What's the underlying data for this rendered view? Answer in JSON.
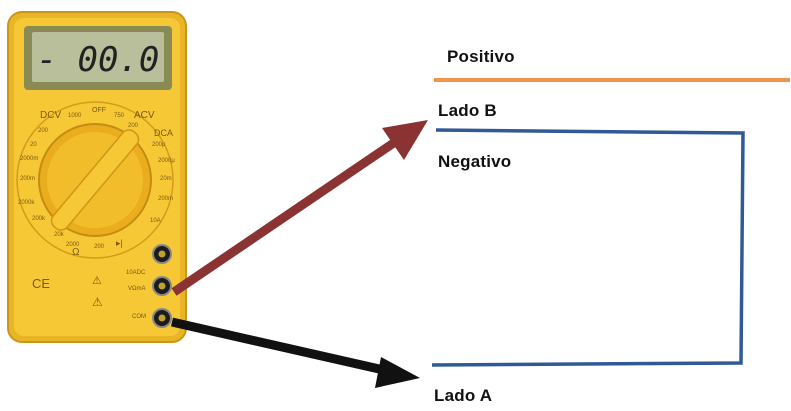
{
  "labels": {
    "positive": "Positivo",
    "side_b": "Lado B",
    "negative": "Negativo",
    "side_a": "Lado A"
  },
  "multimeter": {
    "display_reading": "- 00.0",
    "dial": {
      "dcv": "DCV",
      "acv": "ACV",
      "dca": "DCA",
      "off": "OFF",
      "ohm": "Ω",
      "dcv_ranges": [
        "1000",
        "200",
        "20",
        "2000m",
        "200m"
      ],
      "acv_ranges": [
        "750",
        "200"
      ],
      "dca_ranges": [
        "200μ",
        "2000μ",
        "20m",
        "200m",
        "10A"
      ],
      "ohm_ranges": [
        "2000k",
        "200k",
        "20k",
        "2000",
        "200"
      ]
    },
    "ports": {
      "port_10adc": "10ADC",
      "port_vohm": "VΩmA",
      "port_com": "COM",
      "ce_mark": "CE"
    }
  },
  "colors": {
    "positive_wire": "#f0964a",
    "circuit_wire": "#2f5a96",
    "red_arrow": "#8b3232",
    "black_arrow": "#111111",
    "meter_body": "#f7c836"
  }
}
